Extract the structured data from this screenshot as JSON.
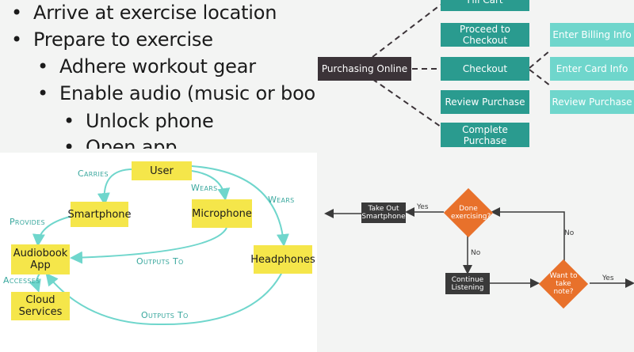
{
  "bullets": {
    "items": [
      "Arrive at exercise location",
      "Prepare to exercise",
      "Adhere workout gear",
      "Enable audio (music or book)",
      "Unlock phone",
      "Open app"
    ]
  },
  "purchase_flow": {
    "center": "Purchasing Online",
    "steps": [
      "Fill Cart",
      "Proceed to Checkout",
      "Checkout",
      "Review Purchase",
      "Complete Purchase"
    ],
    "sub_steps": [
      "Enter Billing Info",
      "Enter Card Info",
      "Review Purchase"
    ],
    "colors": {
      "step": "#2a9b8f",
      "sub_step": "#6fd6cc",
      "center": "#3b3338"
    }
  },
  "relations": {
    "nodes": [
      "User",
      "Smartphone",
      "Microphone",
      "Audiobook App",
      "Headphones",
      "Cloud Services"
    ],
    "edges": [
      "Carries",
      "Wears",
      "Wears",
      "Provides",
      "Outputs To",
      "Accesses",
      "Outputs To"
    ],
    "colors": {
      "node": "#f5e64a",
      "edge": "#6fd6cc"
    }
  },
  "flowchart": {
    "take_out": "Take Out Smartphone",
    "done_question": "Done exercising?",
    "continue": "Continue Listening",
    "take_note_question": "Want to take note?",
    "yes": "Yes",
    "no": "No",
    "colors": {
      "decision": "#e8712b",
      "process": "#3a3a3a"
    }
  }
}
